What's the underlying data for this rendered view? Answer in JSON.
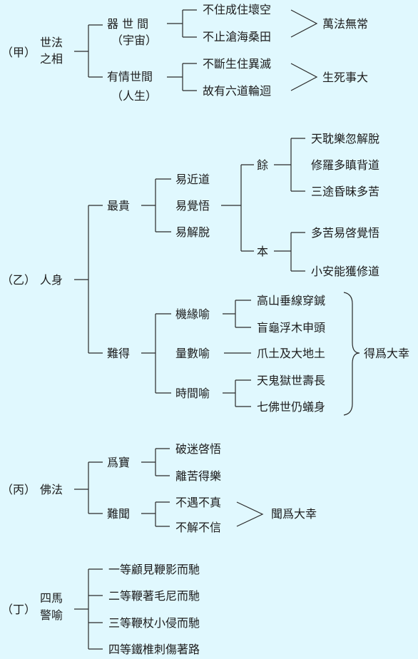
{
  "background": "#e0f8fe",
  "sections": {
    "jia": {
      "marker": "（甲）",
      "title_l1": "世法",
      "title_l2": "之相",
      "world": {
        "label": "器 世 間",
        "sub": "（宇宙）",
        "items": [
          "不住成住壞空",
          "不止滄海桑田"
        ],
        "result": "萬法無常"
      },
      "sentient": {
        "label": "有情世間",
        "sub": "（人生）",
        "items": [
          "不斷生住異滅",
          "故有六道輪迴"
        ],
        "result": "生死事大"
      }
    },
    "yi": {
      "marker": "（乙）",
      "title": "人身",
      "precious": {
        "label": "最貴",
        "items": [
          "易近道",
          "易覺悟",
          "易解脫"
        ],
        "other": {
          "label": "餘",
          "items": [
            "天耽樂忽解脫",
            "修羅多瞋背道",
            "三途昏昧多苦"
          ]
        },
        "root": {
          "label": "本",
          "items": [
            "多苦易啓覺悟",
            "小安能獲修道"
          ]
        }
      },
      "rare": {
        "label": "難得",
        "opportunity": {
          "label": "機緣喻",
          "items": [
            "高山垂線穿鍼",
            "盲龜浮木申頭"
          ]
        },
        "quantity": {
          "label": "量數喻",
          "item": "爪土及大地土"
        },
        "time": {
          "label": "時間喻",
          "items": [
            "天鬼獄世壽長",
            "七佛世仍蟻身"
          ]
        },
        "result": "得爲大幸"
      }
    },
    "bing": {
      "marker": "（丙）",
      "title": "佛法",
      "treasure": {
        "label": "爲寶",
        "items": [
          "破迷啓悟",
          "離苦得樂"
        ]
      },
      "hard": {
        "label": "難聞",
        "items": [
          "不遇不真",
          "不解不信"
        ],
        "result": "聞爲大幸"
      }
    },
    "ding": {
      "marker": "（丁）",
      "title_l1": "四馬",
      "title_l2": "警喻",
      "items": [
        "一等顧見鞭影而馳",
        "二等鞭著毛尼而馳",
        "三等鞭杖小侵而馳",
        "四等鐵椎刺傷著路"
      ]
    }
  }
}
